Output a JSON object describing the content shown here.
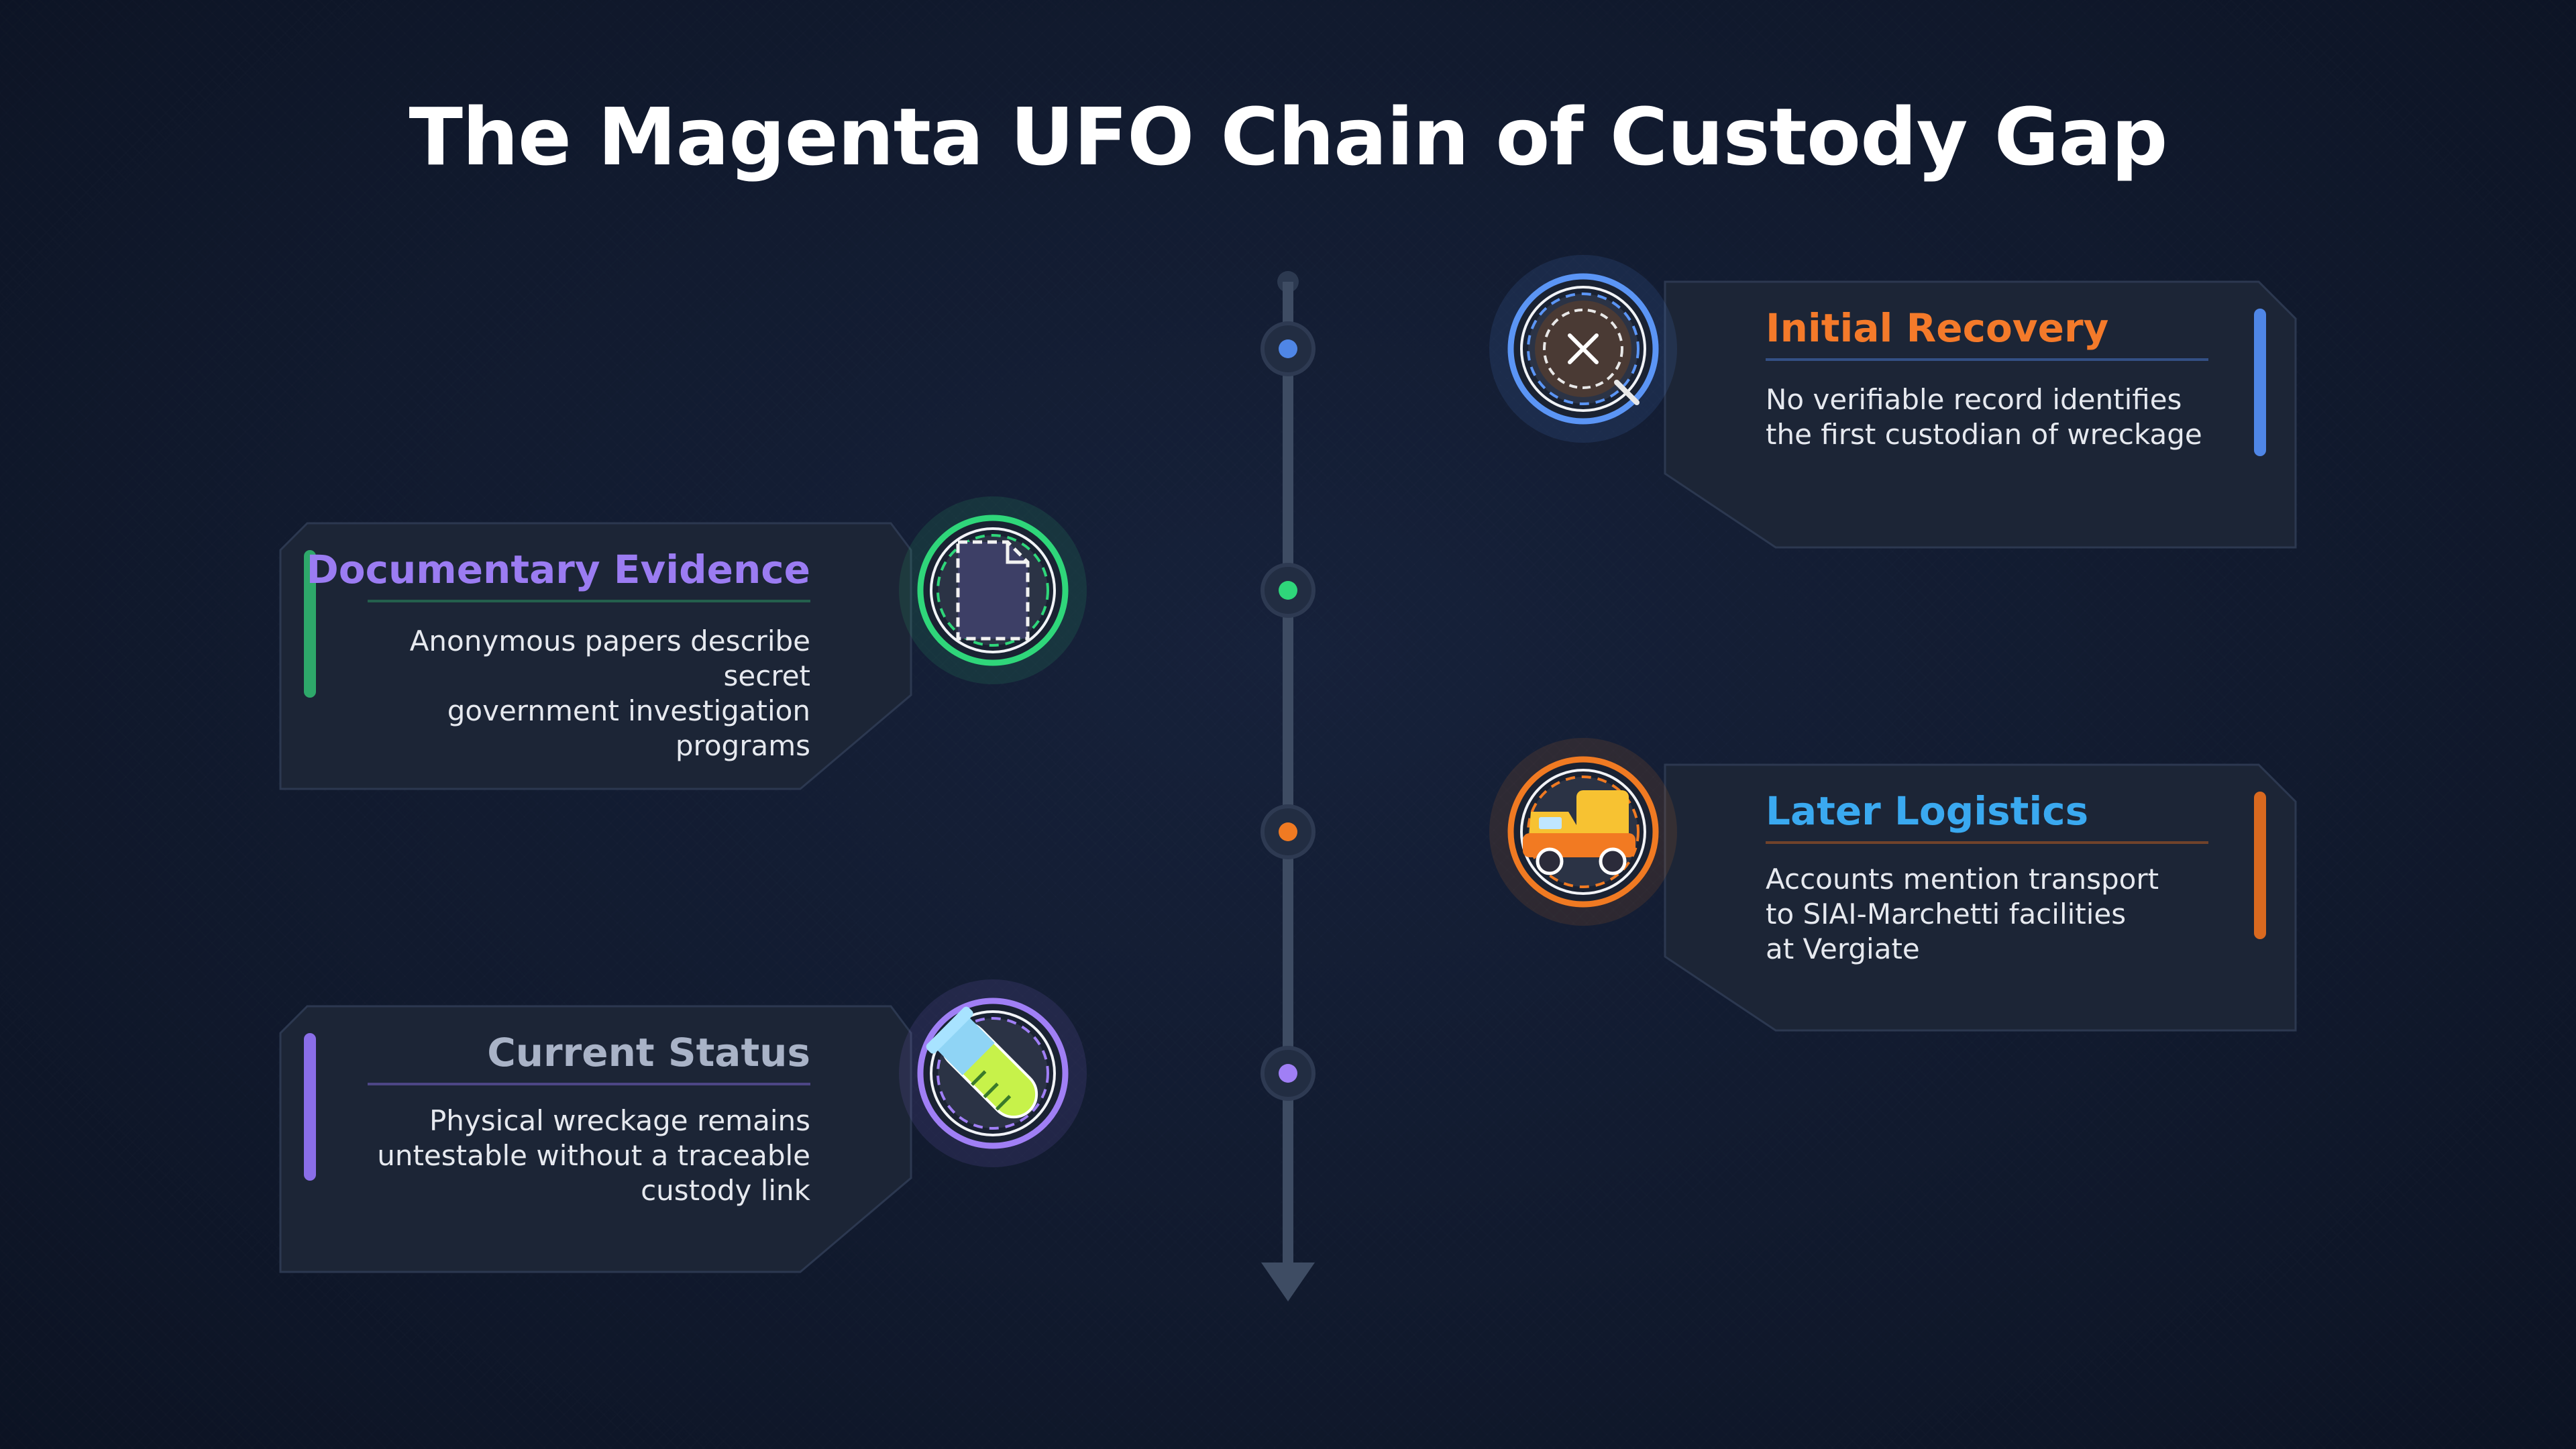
{
  "title": "The Magenta UFO Chain of Custody Gap",
  "events": [
    {
      "id": "initial-recovery",
      "title": "Initial Recovery",
      "description": "No verifiable record identifies\nthe first custodian of wreckage",
      "side": "right",
      "icon": "magnifier-cross-icon",
      "title_color": "#f47a2a",
      "accent_color": "#4f86e6",
      "ring_color": "#5b95f5",
      "connector_color": "#4f86e6"
    },
    {
      "id": "documentary-evidence",
      "title": "Documentary Evidence",
      "description": "Anonymous papers describe secret\ngovernment investigation programs",
      "side": "left",
      "icon": "document-icon",
      "title_color": "#9b7cf2",
      "accent_color": "#2ea86a",
      "ring_color": "#2fd67a",
      "connector_color": "#2fd67a"
    },
    {
      "id": "later-logistics",
      "title": "Later Logistics",
      "description": "Accounts mention transport\nto SIAI-Marchetti facilities\nat Vergiate",
      "side": "right",
      "icon": "truck-icon",
      "title_color": "#3aa9f0",
      "accent_color": "#d9691f",
      "ring_color": "#f07a22",
      "connector_color": "#f07a22"
    },
    {
      "id": "current-status",
      "title": "Current Status",
      "description": "Physical wreckage remains\nuntestable without a traceable\ncustody link",
      "side": "left",
      "icon": "test-tube-icon",
      "title_color": "#a9b3c7",
      "accent_color": "#8a6ee8",
      "ring_color": "#a07ff5",
      "connector_color": "#a07ff5"
    }
  ]
}
